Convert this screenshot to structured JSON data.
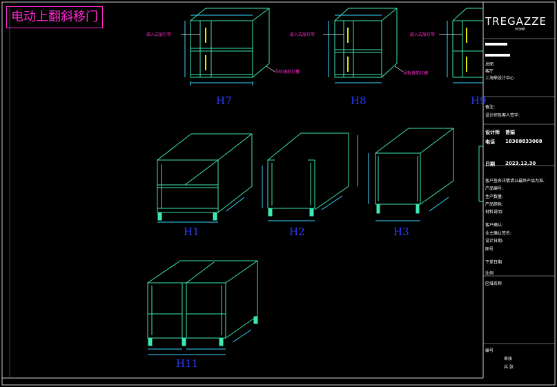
{
  "drawing_title": "电动上翻斜移门",
  "cabinet_labels": [
    "H7",
    "H8",
    "H9",
    "H1",
    "H2",
    "H3",
    "H11"
  ],
  "callouts": {
    "embedded_light": "嵌入式层灯带",
    "mirror_light": "导轨镜前灯槽"
  },
  "title_block": {
    "brand": "TREGAZZE",
    "brand_sub": "HOME",
    "fields": [
      {
        "label": "总图",
        "value": "",
        "bold": false
      },
      {
        "label": "客厅",
        "value": "",
        "bold": false
      },
      {
        "label": "上海鼎设计中心",
        "value": "",
        "bold": false
      },
      {
        "label": "备注:",
        "value": "",
        "bold": false
      },
      {
        "label": "设计师及客人签字:",
        "value": "",
        "bold": false
      },
      {
        "label": "设计师",
        "value": "曾娟",
        "bold": true
      },
      {
        "label": "电话",
        "value": "18368833068",
        "bold": true
      },
      {
        "label": "日期",
        "value": "2023.12.30",
        "bold": true
      },
      {
        "label": "客户签名详情请以最终产品为准,",
        "value": "",
        "bold": false
      },
      {
        "label": "产品编号:",
        "value": "",
        "bold": false
      },
      {
        "label": "生产数量:",
        "value": "",
        "bold": false
      },
      {
        "label": "产品颜色:",
        "value": "",
        "bold": false
      },
      {
        "label": "材料说明:",
        "value": "",
        "bold": false
      },
      {
        "label": "客户确认:",
        "value": "",
        "bold": false
      },
      {
        "label": "业主确认签名:",
        "value": "",
        "bold": false
      },
      {
        "label": "设计日期:",
        "value": "",
        "bold": false
      },
      {
        "label": "图号",
        "value": "",
        "bold": false
      },
      {
        "label": "下单日期",
        "value": "",
        "bold": false
      },
      {
        "label": "比例",
        "value": "",
        "bold": false
      },
      {
        "label": "区域名称",
        "value": "",
        "bold": false
      },
      {
        "label": "编号",
        "value": "",
        "bold": false
      },
      {
        "label": "",
        "value": "审核",
        "bold": false
      },
      {
        "label": "",
        "value": "共   张",
        "bold": false
      }
    ]
  },
  "colors": {
    "background": "#000000",
    "linework": "#3de8b4",
    "dimension": "#38d6ff",
    "annotation": "#ff2ad0",
    "label": "#2a3cff",
    "leader": "#ffffff",
    "light_strip": "#e6e600"
  }
}
